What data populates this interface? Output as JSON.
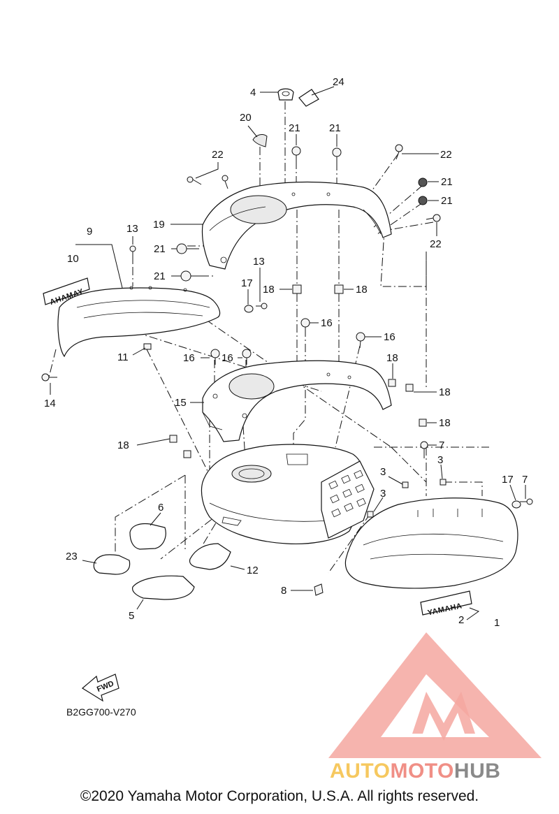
{
  "diagram": {
    "part_numbers": [
      "1",
      "2",
      "3",
      "4",
      "5",
      "6",
      "7",
      "8",
      "9",
      "10",
      "11",
      "12",
      "13",
      "14",
      "15",
      "16",
      "17",
      "18",
      "19",
      "20",
      "21",
      "22",
      "23",
      "24"
    ],
    "callouts": {
      "c1": "1",
      "c2": "2",
      "c3a": "3",
      "c3b": "3",
      "c3c": "3",
      "c4": "4",
      "c5": "5",
      "c6": "6",
      "c7a": "7",
      "c7b": "7",
      "c8": "8",
      "c9": "9",
      "c10": "10",
      "c11": "11",
      "c12": "12",
      "c13a": "13",
      "c13b": "13",
      "c14": "14",
      "c15": "15",
      "c16a": "16",
      "c16b": "16",
      "c16c": "16",
      "c16d": "16",
      "c17a": "17",
      "c17b": "17",
      "c18a": "18",
      "c18b": "18",
      "c18c": "18",
      "c18d": "18",
      "c18e": "18",
      "c18f": "18",
      "c19": "19",
      "c20": "20",
      "c21a": "21",
      "c21b": "21",
      "c21c": "21",
      "c21d": "21",
      "c21e": "21",
      "c21f": "21",
      "c22a": "22",
      "c22b": "22",
      "c22c": "22",
      "c23": "23",
      "c24": "24"
    },
    "emblem_left_text": "AHAMAY",
    "emblem_right_text": "YAMAHA",
    "fwd_label": "FWD",
    "drawing_code": "B2GG700-V270"
  },
  "watermark": {
    "word_auto": "AUTO",
    "word_moto": "MOTO",
    "word_hub": "HUB",
    "colors": {
      "auto": "#f6c85f",
      "moto": "#f08f86",
      "hub": "#8a8a8a",
      "triangle": "#f4a7a0"
    }
  },
  "footer": {
    "copyright": "©2020 Yamaha Motor Corporation, U.S.A. All rights reserved."
  }
}
